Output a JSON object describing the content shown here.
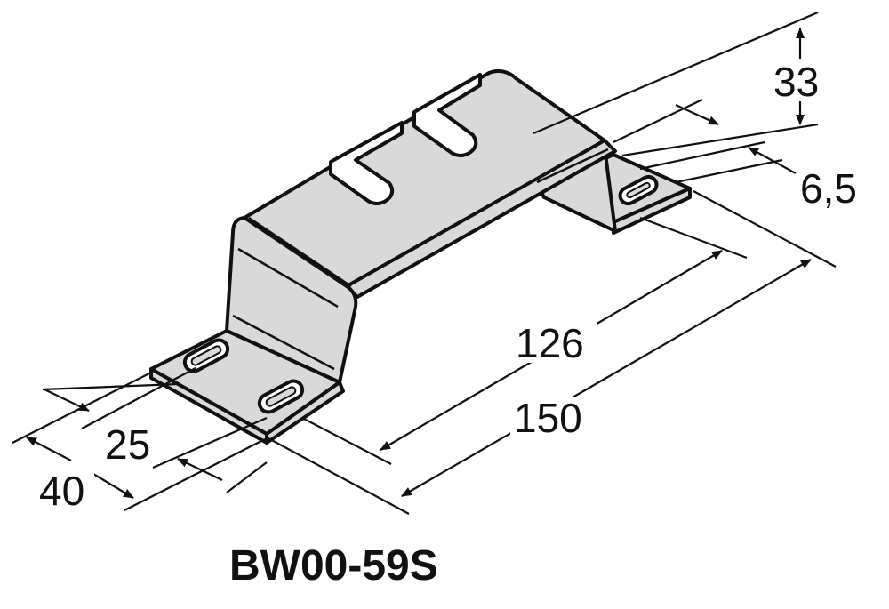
{
  "part_number": "BW00-59S",
  "dimensions": {
    "height": "33",
    "slot_width": "6,5",
    "inner_length": "126",
    "overall_length": "150",
    "hole_spacing": "25",
    "width": "40"
  },
  "colors": {
    "metal_fill": "#d9d9d9",
    "line": "#111111",
    "background": "#ffffff"
  }
}
